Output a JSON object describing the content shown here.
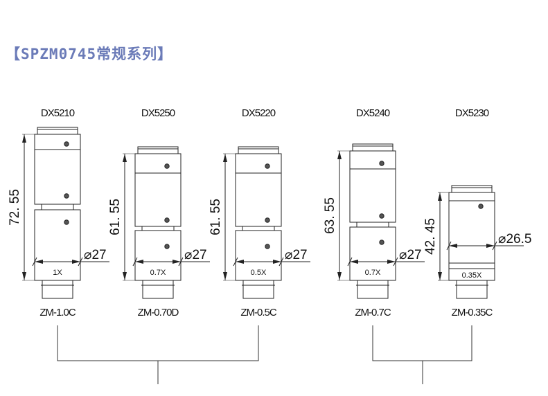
{
  "title": "【SPZM0745常规系列】",
  "lenses": [
    {
      "top_label": "DX5210",
      "height_dim": "72. 55",
      "diameter": "⌀27",
      "mag_label": "1X",
      "bottom_label": "ZM-1.0C"
    },
    {
      "top_label": "DX5250",
      "height_dim": "61. 55",
      "diameter": "⌀27",
      "mag_label": "0.7X",
      "bottom_label": "ZM-0.70D"
    },
    {
      "top_label": "DX5220",
      "height_dim": "61. 55",
      "diameter": "⌀27",
      "mag_label": "0.5X",
      "bottom_label": "ZM-0.5C"
    },
    {
      "top_label": "DX5240",
      "height_dim": "63. 55",
      "diameter": "⌀27",
      "mag_label": "0.7X",
      "bottom_label": "ZM-0.7C"
    },
    {
      "top_label": "DX5230",
      "height_dim": "42. 45",
      "diameter": "⌀26.5",
      "mag_label": "0.35X",
      "bottom_label": "ZM-0.35C"
    }
  ]
}
